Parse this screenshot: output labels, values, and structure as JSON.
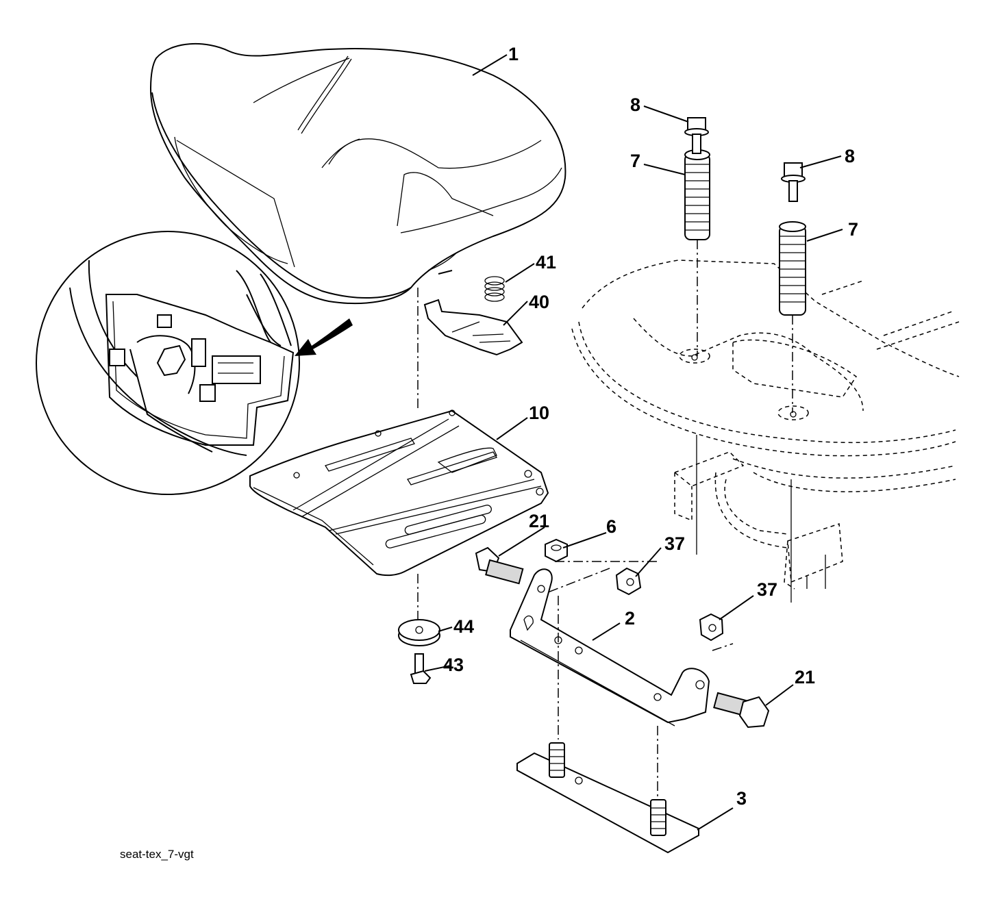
{
  "diagram": {
    "caption": "seat-tex_7-vgt",
    "callouts": [
      {
        "id": "c1",
        "text": "1"
      },
      {
        "id": "c8a",
        "text": "8"
      },
      {
        "id": "c8b",
        "text": "8"
      },
      {
        "id": "c7a",
        "text": "7"
      },
      {
        "id": "c7b",
        "text": "7"
      },
      {
        "id": "c41",
        "text": "41"
      },
      {
        "id": "c40",
        "text": "40"
      },
      {
        "id": "c10",
        "text": "10"
      },
      {
        "id": "c21a",
        "text": "21"
      },
      {
        "id": "c6",
        "text": "6"
      },
      {
        "id": "c37a",
        "text": "37"
      },
      {
        "id": "c37b",
        "text": "37"
      },
      {
        "id": "c2",
        "text": "2"
      },
      {
        "id": "c44",
        "text": "44"
      },
      {
        "id": "c43",
        "text": "43"
      },
      {
        "id": "c21b",
        "text": "21"
      },
      {
        "id": "c3",
        "text": "3"
      }
    ]
  }
}
